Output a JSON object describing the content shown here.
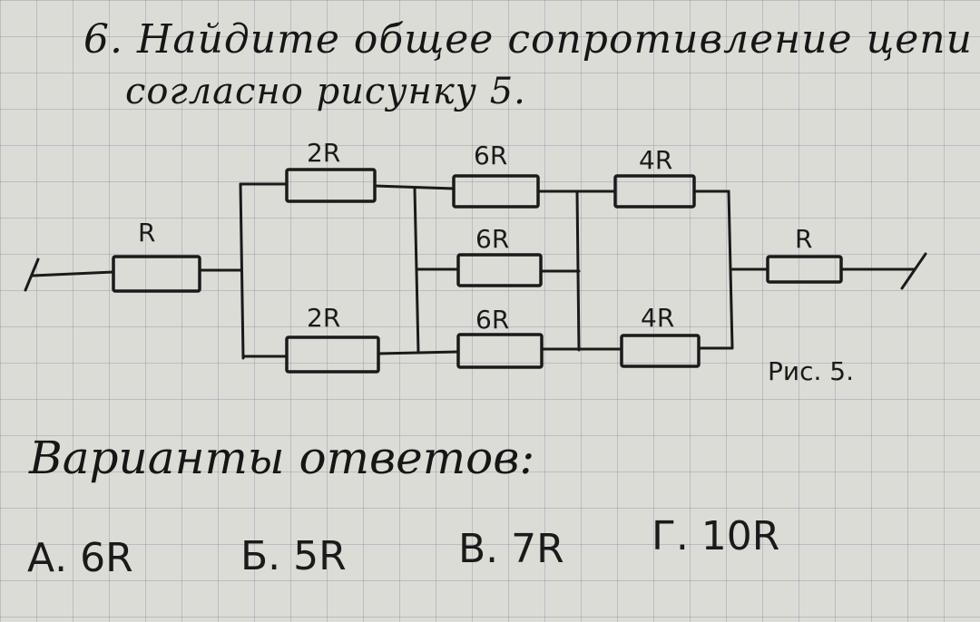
{
  "question": {
    "line1": "6. Найдите общее сопротивление цепи",
    "line2": "согласно рисунку 5."
  },
  "circuit": {
    "left_resistor": "R",
    "branch1_top": "2R",
    "branch1_bottom": "2R",
    "branch2_top": "6R",
    "branch2_middle": "6R",
    "branch2_bottom": "6R",
    "branch3_top": "4R",
    "branch3_bottom": "4R",
    "right_resistor": "R"
  },
  "figure_caption": "Рис. 5.",
  "answers": {
    "title": "Варианты ответов:",
    "options": [
      {
        "label": "А. 6R"
      },
      {
        "label": "Б. 5R"
      },
      {
        "label": "В. 7R"
      },
      {
        "label": "Г. 10R"
      }
    ]
  }
}
